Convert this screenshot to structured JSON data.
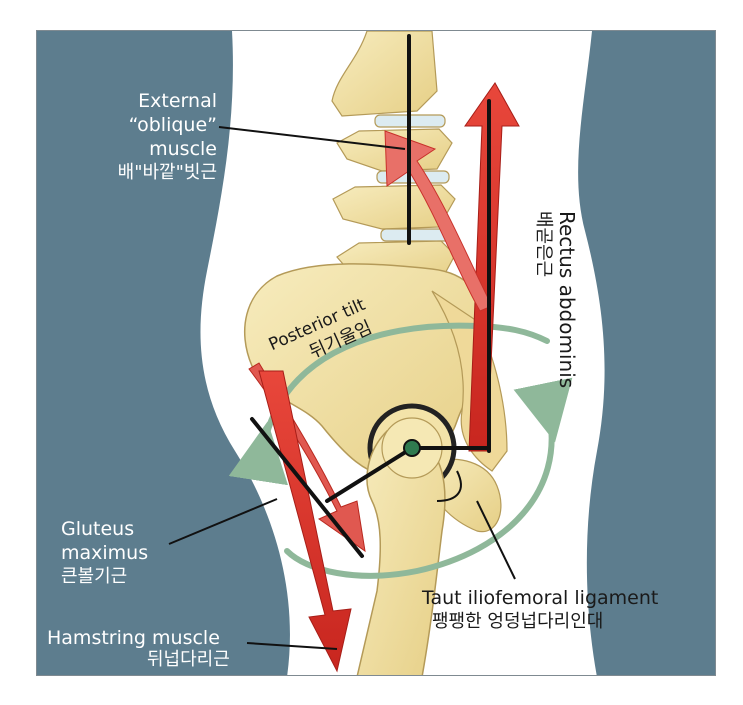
{
  "labels": {
    "external_oblique": [
      "External",
      "“oblique”",
      "muscle",
      "배\"바깥\"빗근"
    ],
    "rectus": [
      "Rectus abdominis",
      "배곧은근"
    ],
    "posterior_tilt": [
      "Posterior tilt",
      "뒤기울임"
    ],
    "gluteus": [
      "Gluteus",
      "maximus",
      "큰볼기근"
    ],
    "hamstring": [
      "Hamstring muscle",
      "뒤넙다리근"
    ],
    "iliofemoral": [
      "Taut iliofemoral ligament",
      "팽팽한 엉덩넙다리인대"
    ]
  },
  "colors": {
    "background_blue": "#5d7d8e",
    "body_white": "#ffffff",
    "bone": "#f2e2a6",
    "muscle_red": "#e0392f",
    "tilt_arrow_green": "#8fb89a",
    "lever_black": "#111111"
  }
}
